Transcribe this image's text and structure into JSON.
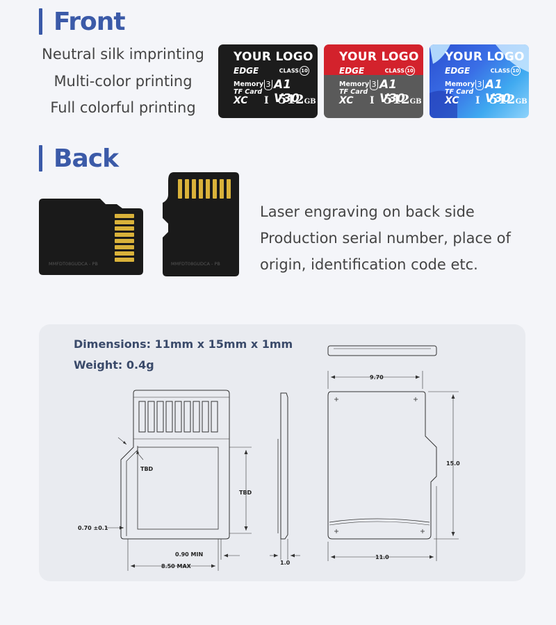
{
  "front": {
    "title": "Front",
    "options": [
      "Neutral silk imprinting",
      "Multi-color printing",
      "Full colorful printing"
    ],
    "cards": [
      {
        "logo": "YOUR LOGO",
        "edge": "EDGE",
        "class_label": "CLASS",
        "class_num": "10",
        "memory": "Memory",
        "tf": "TF Card",
        "u3": "3",
        "a1v30": "A1 V30",
        "xc": "XC",
        "one": "I",
        "capacity": "512",
        "unit": "GB",
        "style": "black"
      },
      {
        "logo": "YOUR LOGO",
        "edge": "EDGE",
        "class_label": "CLASS",
        "class_num": "10",
        "memory": "Memory",
        "tf": "TF Card",
        "u3": "3",
        "a1v30": "A1 V30",
        "xc": "XC",
        "one": "I",
        "capacity": "512",
        "unit": "GB",
        "style": "red"
      },
      {
        "logo": "YOUR LOGO",
        "edge": "EDGE",
        "class_label": "CLASS",
        "class_num": "10",
        "memory": "Memory",
        "tf": "TF Card",
        "u3": "3",
        "a1v30": "A1 V30",
        "xc": "XC",
        "one": "I",
        "capacity": "512",
        "unit": "GB",
        "style": "blue"
      }
    ]
  },
  "back": {
    "title": "Back",
    "lines": [
      "Laser engraving on back side",
      "Production serial number, place of",
      "origin, identification code etc."
    ],
    "serial": "MMFDT08GUDCA - PB"
  },
  "dimensions": {
    "size": "Dimensions: 11mm x 15mm x 1mm",
    "weight": "Weight: 0.4g",
    "labels": {
      "tbd1": "TBD",
      "tbd2": "TBD",
      "offset": "0.70 ±0.1",
      "min": "0.90 MIN",
      "max": "8.50 MAX",
      "thick": "1.0",
      "w970": "9.70",
      "h150": "15.0",
      "w110": "11.0"
    }
  },
  "colors": {
    "accent": "#3b5aa8",
    "card_black": "#1c1c1c",
    "card_red": "#d3222c",
    "card_blue": "#2f62d8",
    "pin_gold": "#d9b23a"
  }
}
